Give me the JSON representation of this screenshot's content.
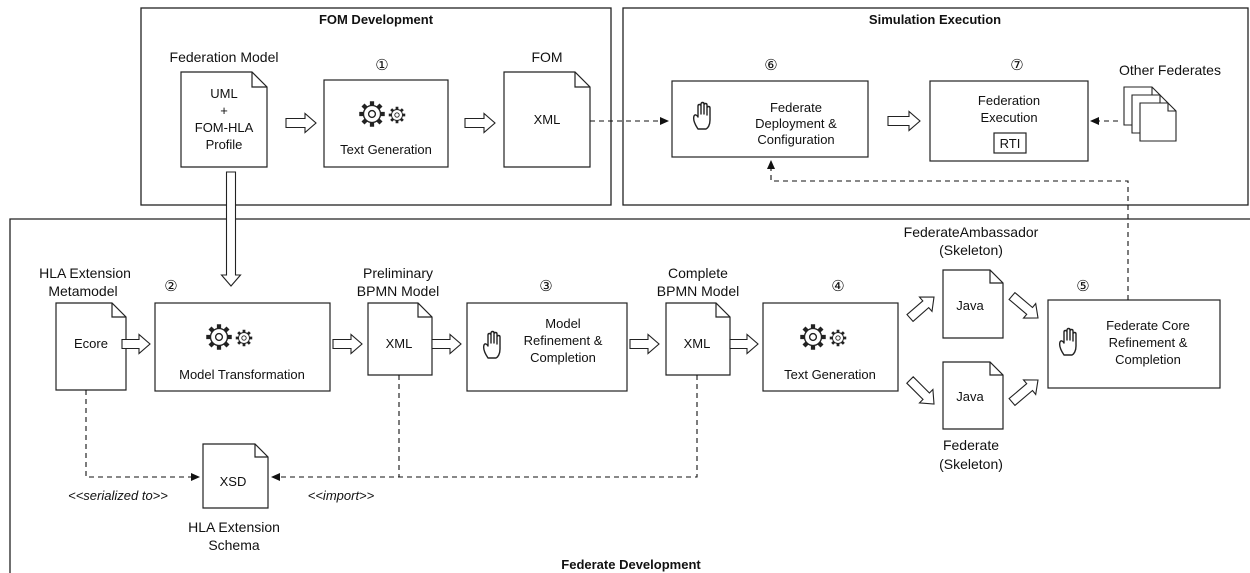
{
  "groups": {
    "fom": "FOM Development",
    "sim": "Simulation Execution",
    "fed": "Federate Development"
  },
  "documents": {
    "federation_model": {
      "caption": "Federation Model",
      "lines": [
        "UML",
        "+",
        "FOM-HLA",
        "Profile"
      ]
    },
    "fom": {
      "caption": "FOM",
      "lines": [
        "XML"
      ]
    },
    "other_federates": {
      "caption": "Other Federates"
    },
    "hla_metamodel": {
      "caption": [
        "HLA Extension",
        "Metamodel"
      ],
      "lines": [
        "Ecore"
      ]
    },
    "prelim_bpmn": {
      "caption": [
        "Preliminary",
        "BPMN Model"
      ],
      "lines": [
        "XML"
      ]
    },
    "complete_bpmn": {
      "caption": [
        "Complete",
        "BPMN Model"
      ],
      "lines": [
        "XML"
      ]
    },
    "fed_ambassador": {
      "caption": [
        "FederateAmbassador",
        "(Skeleton)"
      ],
      "lines": [
        "Java"
      ]
    },
    "federate": {
      "caption": [
        "Federate",
        "(Skeleton)"
      ],
      "lines": [
        "Java"
      ]
    },
    "xsd": {
      "caption": [
        "HLA Extension",
        "Schema"
      ],
      "lines": [
        "XSD"
      ]
    }
  },
  "steps": {
    "s1": {
      "num": "①",
      "lines": [
        "Text Generation"
      ],
      "icon": "gears-icon"
    },
    "s2": {
      "num": "②",
      "lines": [
        "Model Transformation"
      ],
      "icon": "gears-icon"
    },
    "s3": {
      "num": "③",
      "lines": [
        "Model",
        "Refinement &",
        "Completion"
      ],
      "icon": "hand-icon"
    },
    "s4": {
      "num": "④",
      "lines": [
        "Text Generation"
      ],
      "icon": "gears-icon"
    },
    "s5": {
      "num": "⑤",
      "lines": [
        "Federate Core",
        "Refinement &",
        "Completion"
      ],
      "icon": "hand-icon"
    },
    "s6": {
      "num": "⑥",
      "lines": [
        "Federate",
        "Deployment &",
        "Configuration"
      ],
      "icon": "hand-icon"
    },
    "s7": {
      "num": "⑦",
      "lines": [
        "Federation",
        "Execution"
      ],
      "rti": "RTI"
    }
  },
  "relations": {
    "serialized": "<<serialized to>>",
    "import": "<<import>>"
  }
}
